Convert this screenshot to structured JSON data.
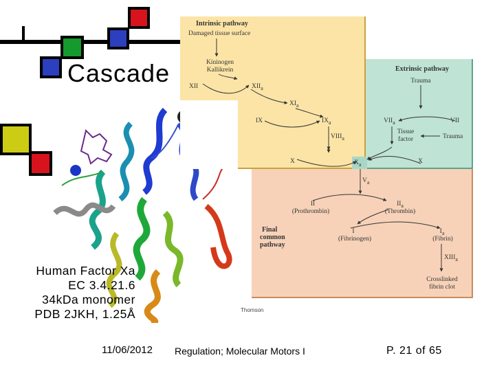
{
  "slide": {
    "title": "Cascade",
    "caption_lines": [
      "Human Factor Xa",
      "EC 3.4.21.6",
      "34kDa monomer",
      "PDB 2JKH, 1.25Å"
    ],
    "footer_date": "11/06/2012",
    "footer_course": "Regulation; Molecular Motors I",
    "footer_page": "P. 21 of 65",
    "accent_colors": {
      "red": "#d7141d",
      "blue": "#2b3fbf",
      "green": "#159a2e",
      "yellow": "#cccc14"
    }
  },
  "diagram": {
    "intrinsic": {
      "title": "Intrinsic pathway",
      "subtitle": "Damaged tissue surface",
      "kininogen": "Kininogen",
      "kallikrein": "Kallikrein",
      "xii": "XII",
      "xiia": "XII",
      "xia": "XI",
      "ix": "IX",
      "ixa": "IX",
      "viiia": "VIII",
      "x": "X",
      "sub_a": "a"
    },
    "extrinsic": {
      "title": "Extrinsic pathway",
      "trauma_top": "Trauma",
      "viia": "VII",
      "vii": "VII",
      "tissue": "Tissue",
      "factor": "factor",
      "trauma_side": "Trauma",
      "x": "X"
    },
    "common": {
      "xa": "X",
      "va": "V",
      "final_1": "Final",
      "final_2": "common",
      "final_3": "pathway",
      "ii": "II",
      "prothrombin": "(Prothrombin)",
      "iia": "II",
      "thrombin": "(Thrombin)",
      "i": "I",
      "fibrinogen": "(Fibrinogen)",
      "ia": "I",
      "fibrin": "(Fibrin)",
      "xiiia": "XIII",
      "crosslinked_1": "Crosslinked",
      "crosslinked_2": "fibrin clot"
    },
    "credit": "Thomson"
  }
}
